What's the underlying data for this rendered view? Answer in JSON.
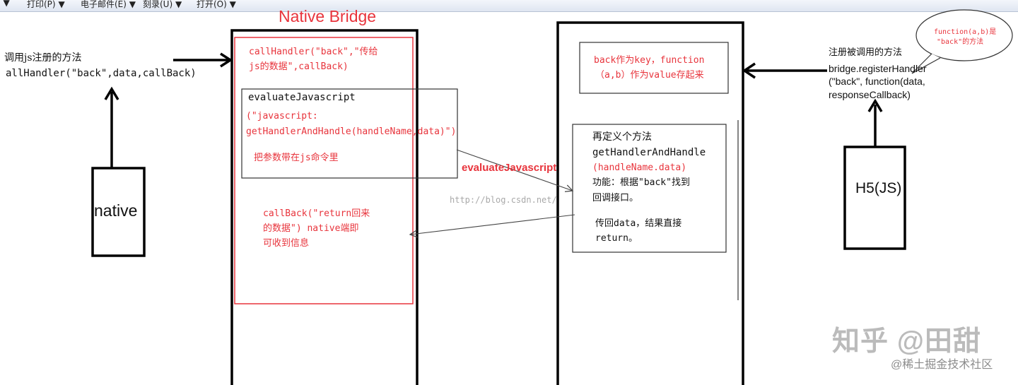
{
  "menubar": {
    "items": [
      "打印(P)",
      "电子邮件(E)",
      "刻录(U)",
      "打开(O)"
    ],
    "dropdown_glyph": "▼"
  },
  "diagram": {
    "title": "Native Bridge",
    "left_caller": {
      "line1": "调用js注册的方法",
      "line2": "allHandler(\"back\",data,callBack)"
    },
    "native_label": "native",
    "bridge_box": {
      "call_line1": "callHandler(\"back\",\"传给",
      "call_line2": "js的数据\",callBack)",
      "evaluate_title": "evaluateJavascript",
      "evaluate_line1": "(\"javascript:",
      "evaluate_line2": "getHandlerAndHandle(handleName,data)\")",
      "evaluate_note": "把参数带在js命令里",
      "callback_line1": "callBack(\"return回来",
      "callback_line2": "的数据\") native端即",
      "callback_line3": "可收到信息"
    },
    "arrow_label": "evaluateJavascript",
    "watermark_url": "http://blog.csdn.net/",
    "js_side": {
      "store_line1": "back作为key，function",
      "store_line2": "（a,b）作为value存起来",
      "define_line1": "再定义个方法",
      "define_line2": "getHandlerAndHandle",
      "define_line3": "(handleName.data)",
      "define_line4": "功能：根据\"back\"找到",
      "define_line5": "回调接口。",
      "define_line6": "传回data，结果直接",
      "define_line7": "return。"
    },
    "register": {
      "line1": "注册被调用的方法",
      "line2": "bridge.registerHandler",
      "line3": "(\"back\", function(data,",
      "line4": "responseCallback)"
    },
    "bubble_line1": "function(a,b)是",
    "bubble_line2": "\"back\"的方法",
    "h5_label": "H5(JS)"
  },
  "watermark": {
    "zhihu": "知乎 @田甜",
    "juejin": "@稀土掘金技术社区"
  },
  "colors": {
    "red": "#e8343c",
    "black": "#000000"
  }
}
